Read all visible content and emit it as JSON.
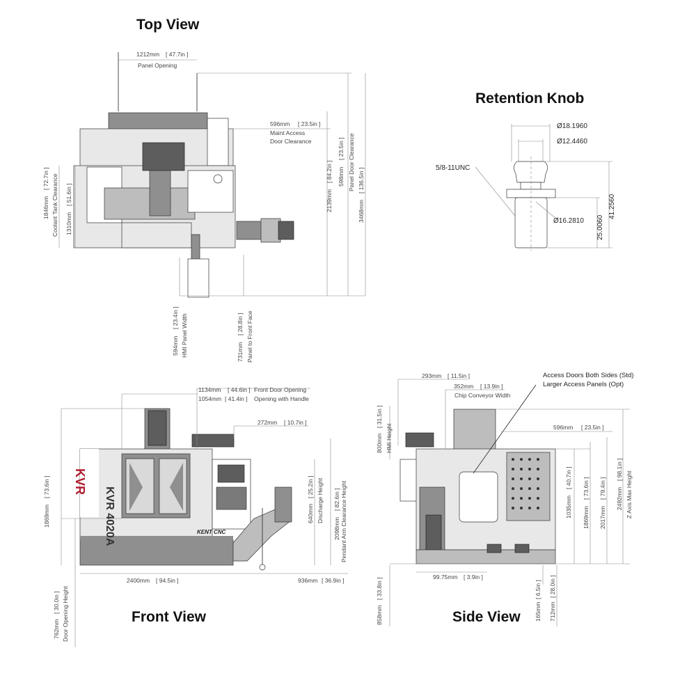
{
  "titles": {
    "top_view": "Top View",
    "retention_knob": "Retention Knob",
    "front_view": "Front View",
    "side_view": "Side View"
  },
  "top_view": {
    "panel_opening": {
      "value": "1212mm",
      "inches": "47.7in",
      "label": "Panel Opening"
    },
    "maint_access": {
      "value": "596mm",
      "inches": "23.5in",
      "label1": "Maint Access",
      "label2": "Door Clearance"
    },
    "coolant_tank": {
      "value": "1846mm",
      "inches": "72.7in",
      "label": "Coolant Tank Clearance"
    },
    "width_1310": {
      "value": "1310mm",
      "inches": "51.6in"
    },
    "depth_2139": {
      "value": "2139mm",
      "inches": "84.2in"
    },
    "panel_door": {
      "value": "598mm",
      "inches": "23.5in",
      "label": "Panel Door Clearance"
    },
    "overall_3468": {
      "value": "3468mm",
      "inches": "136.5in"
    },
    "hmi_panel_width": {
      "value": "594mm",
      "inches": "23.4in",
      "label": "HMI Panel Width"
    },
    "panel_front_face": {
      "value": "731mm",
      "inches": "28.8in",
      "label": "Panel to Front Face"
    }
  },
  "retention_knob": {
    "d1": "Ø18.1960",
    "d2": "Ø12.4460",
    "thread": "5/8-11UNC",
    "d3": "Ø16.2810",
    "h1": "25.0060",
    "h2": "41.2560"
  },
  "front_view": {
    "front_door": {
      "value": "1134mm",
      "inches": "44.6in",
      "label": "Front Door Opening"
    },
    "opening_handle": {
      "value": "1054mm",
      "inches": "41.4in",
      "label": "Opening with Handle"
    },
    "pendant_272": {
      "value": "272mm",
      "inches": "10.7in"
    },
    "model": "KVR 4020A",
    "brand": "KENT CNC",
    "height_1869": {
      "value": "1869mm",
      "inches": "73.6in"
    },
    "discharge": {
      "value": "640mm",
      "inches": "25.2in",
      "label": "Discharge Height"
    },
    "pendant_arm": {
      "value": "2098mm",
      "inches": "82.6in",
      "label": "Pendant Arm Clearance Height"
    },
    "width_2400": {
      "value": "2400mm",
      "inches": "94.5in"
    },
    "width_936": {
      "value": "936mm",
      "inches": "36.9in"
    },
    "door_opening_height": {
      "value": "762mm",
      "inches": "30.0in",
      "label": "Door Opening Height"
    }
  },
  "side_view": {
    "d_293": {
      "value": "293mm",
      "inches": "11.5in"
    },
    "chip_conveyor": {
      "value": "352mm",
      "inches": "13.9in",
      "label": "Chip Conveyor Width"
    },
    "access_doors_std": "Access Doors Both Sides (Std)",
    "access_panels_opt": "Larger Access Panels (Opt)",
    "hmi_height": {
      "value": "800mm",
      "inches": "31.5in",
      "label": "HMI Height"
    },
    "d_596": {
      "value": "596mm",
      "inches": "23.5in"
    },
    "d_1035": {
      "value": "1035mm",
      "inches": "40.7in"
    },
    "d_1869": {
      "value": "1869mm",
      "inches": "73.6in"
    },
    "d_2017": {
      "value": "2017mm",
      "inches": "79.4in"
    },
    "z_axis": {
      "value": "2492mm",
      "inches": "98.1in",
      "label": "Z Axis Max Height"
    },
    "d_99": {
      "value": "99.75mm",
      "inches": "3.9in"
    },
    "d_858": {
      "value": "858mm",
      "inches": "33.8in"
    },
    "d_165": {
      "value": "165mm",
      "inches": "6.5in"
    },
    "d_712": {
      "value": "712mm",
      "inches": "28.0in"
    }
  },
  "colors": {
    "machine_gray": "#bdbdbd",
    "dark_gray": "#5d5d5d",
    "brand_red": "#b01c2e"
  }
}
